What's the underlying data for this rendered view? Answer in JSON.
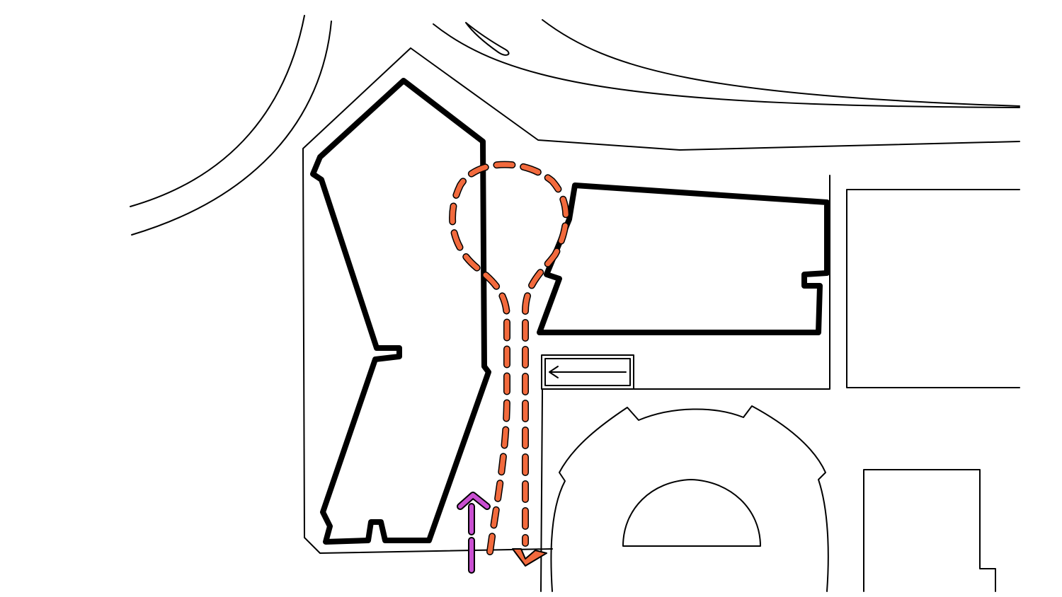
{
  "colors": {
    "ink": "#000000",
    "background": "#ffffff",
    "vehicle_route": "#f26a3d",
    "pedestrian_route": "#c94fd1"
  },
  "icons": {
    "vehicle_route": "dashed-loop-arrow",
    "pedestrian_route": "dashed-up-arrow",
    "parking_direction": "left-arrow"
  }
}
